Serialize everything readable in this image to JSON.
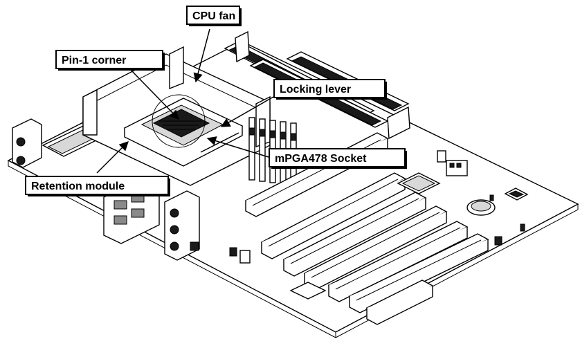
{
  "labels": {
    "cpu_fan": "CPU fan",
    "pin1_corner": "Pin-1 corner",
    "locking_lever": "Locking lever",
    "mpga478_socket": "mPGA478 Socket",
    "retention_module": "Retention module"
  },
  "icons": {
    "motherboard": "motherboard-illustration-icon",
    "arrow": "arrow-pointer-icon"
  },
  "colors": {
    "ink": "#000000",
    "paper": "#ffffff"
  }
}
